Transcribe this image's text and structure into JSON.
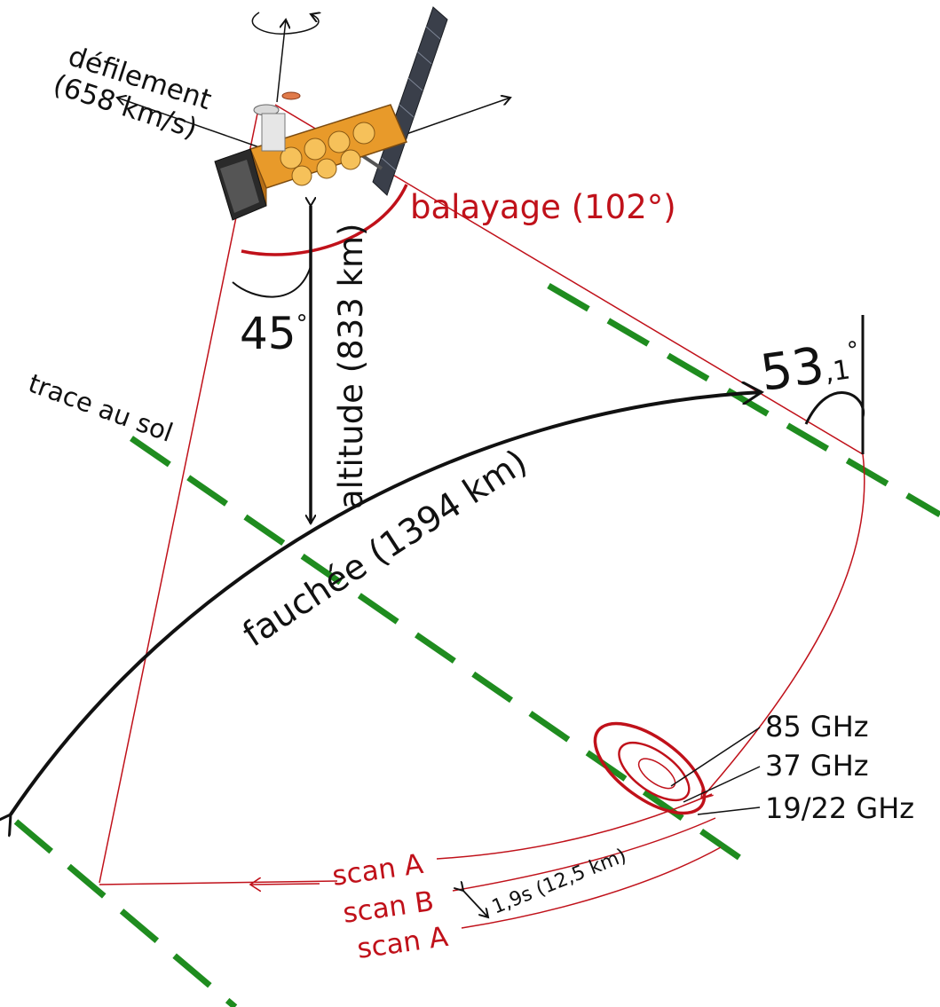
{
  "labels": {
    "velocity": [
      "défilement",
      "(658 km/s)"
    ],
    "scan_angle": "balayage (102°)",
    "nadir_angle": {
      "value": "45",
      "unit": "°"
    },
    "incidence_angle": {
      "value": "53",
      "decimal": ",1",
      "unit": "°"
    },
    "altitude": "altitude (833 km)",
    "ground_track": "trace au sol",
    "swath": "fauchée (1394 km)",
    "frequencies": [
      "85 GHz",
      "37 GHz",
      "19/22 GHz"
    ],
    "scans": [
      "scan A",
      "scan B",
      "scan A"
    ],
    "scan_interval": "1,9s (12,5 km)"
  },
  "colors": {
    "scan": "#c0111a",
    "ground_track": "#1f8c1f",
    "geometry": "#111111",
    "satellite_body": "#e89a2a",
    "solar_panel": "#3a3f4a"
  },
  "icons": {
    "satellite": "satellite-icon"
  }
}
